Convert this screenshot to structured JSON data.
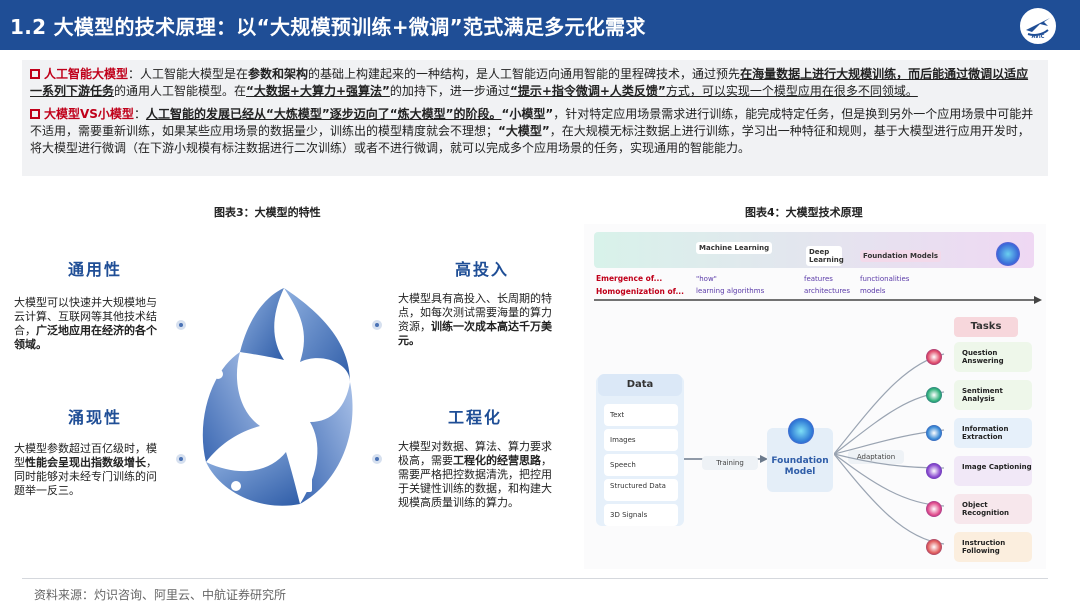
{
  "header": {
    "title": "1.2 大模型的技术原理：以“大规模预训练+微调”范式满足多元化需求",
    "logo_text": "AVIC"
  },
  "intro": {
    "p1": {
      "lead": "人工智能大模型",
      "t1": "：人工智能大模型是在",
      "b1": "参数和架构",
      "t2": "的基础上构建起来的一种结构，是人工智能迈向通用智能的里程碑技术，通过预先",
      "b2": "在海量数据上进行大规模训练，而后能通过微调以适应一系列下游任务",
      "t3": "的通用人工智能模型。在",
      "b3": "“大数据+大算力+强算法”",
      "t4": "的加持下，进一步通过",
      "b4": "“提示+指令微调+人类反馈”",
      "t5": "方式，可以实现一个模型应用在很多不同领域。"
    },
    "p2": {
      "lead": "大模型VS小模型",
      "t0": "：",
      "u1": "人工智能的发展已经从“大炼模型”逐步迈向了“炼大模型”的阶段。",
      "b1": "“小模型”",
      "t1": "，针对特定应用场景需求进行训练，能完成特定任务，但是换到另外一个应用场景中可能并不适用，需要重新训练，如果某些应用场景的数据量少，训练出的模型精度就会不理想；",
      "b2": "“大模型”",
      "t2": "，在大规模无标注数据上进行训练，学习出一种特征和规则，基于大模型进行应用开发时，将大模型进行微调（在下游小规模有标注数据进行二次训练）或者不进行微调，就可以完成多个应用场景的任务，实现通用的智能能力。"
    }
  },
  "figure3": {
    "caption": "图表3：大模型的特性",
    "features": {
      "general": {
        "title": "通用性",
        "t1": "大模型可以快速并大规模地与云计算、互联网等其他技术结合，",
        "b1": "广泛地应用在经济的各个领域。"
      },
      "investment": {
        "title": "高投入",
        "t1": "大模型具有高投入、长周期的特点，如每次测试需要海量的算力资源，",
        "b1": "训练一次成本高达千万美元。"
      },
      "emergence": {
        "title": "涌现性",
        "t1": "大模型参数超过百亿级时，模型",
        "b1": "性能会呈现出指数级增长",
        "t2": "，同时能够对未经专门训练的问题举一反三。"
      },
      "engineering": {
        "title": "工程化",
        "t1": "大模型对数据、算法、算力要求极高，需要",
        "b1": "工程化的经营思路",
        "t2": "，需要严格把控数据清洗，把控用于关键性训练的数据，和构建大规模高质量训练的算力。"
      }
    }
  },
  "figure4": {
    "caption": "图表4：大模型技术原理",
    "timeline": {
      "stages": [
        "Machine Learning",
        "Deep Learning",
        "Foundation Models"
      ],
      "emergence_label": "Emergence of...",
      "homogenization_label": "Homogenization of...",
      "emergence_values": [
        "\"how\"",
        "features",
        "functionalities"
      ],
      "homogenization_values": [
        "learning algorithms",
        "architectures",
        "models"
      ]
    },
    "data": {
      "title": "Data",
      "items": [
        "Text",
        "Images",
        "Speech",
        "Structured Data",
        "3D Signals"
      ]
    },
    "training_label": "Training",
    "model_label": "Foundation Model",
    "adaptation_label": "Adaptation",
    "tasks_title": "Tasks",
    "tasks": [
      "Question Answering",
      "Sentiment Analysis",
      "Information Extraction",
      "Image Captioning",
      "Object Recognition",
      "Instruction Following"
    ],
    "colors": {
      "task_bg": [
        "#eef7ea",
        "#eef7ea",
        "#e6f0fa",
        "#f1e8f7",
        "#f7e7ec",
        "#fbeede"
      ]
    }
  },
  "source": "资料来源：灼识咨询、阿里云、中航证券研究所"
}
